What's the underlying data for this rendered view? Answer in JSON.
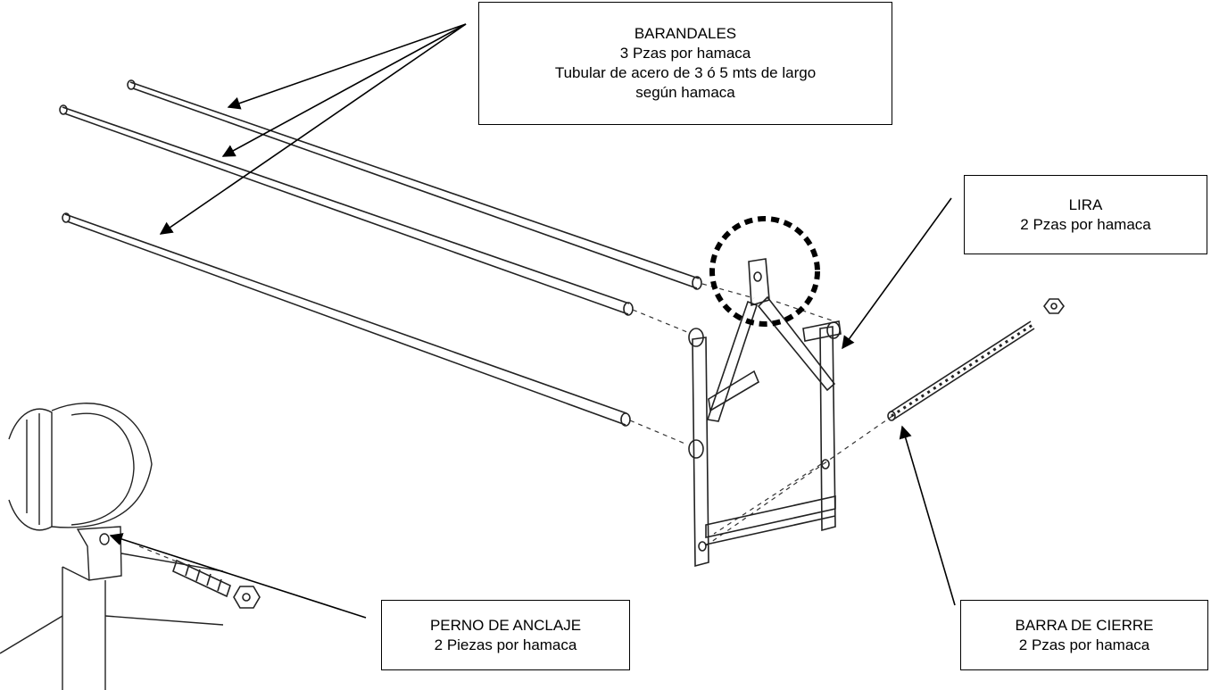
{
  "callouts": {
    "barandales": {
      "title": "BARANDALES",
      "line1": "3 Pzas por hamaca",
      "line2": "Tubular de acero de 3 ó 5 mts de largo",
      "line3": "según hamaca"
    },
    "lira": {
      "title": "LIRA",
      "line1": "2 Pzas por hamaca"
    },
    "perno": {
      "title": "PERNO DE ANCLAJE",
      "line1": "2 Piezas por hamaca"
    },
    "barra": {
      "title": "BARRA DE CIERRE",
      "line1": "2 Pzas por hamaca"
    }
  }
}
